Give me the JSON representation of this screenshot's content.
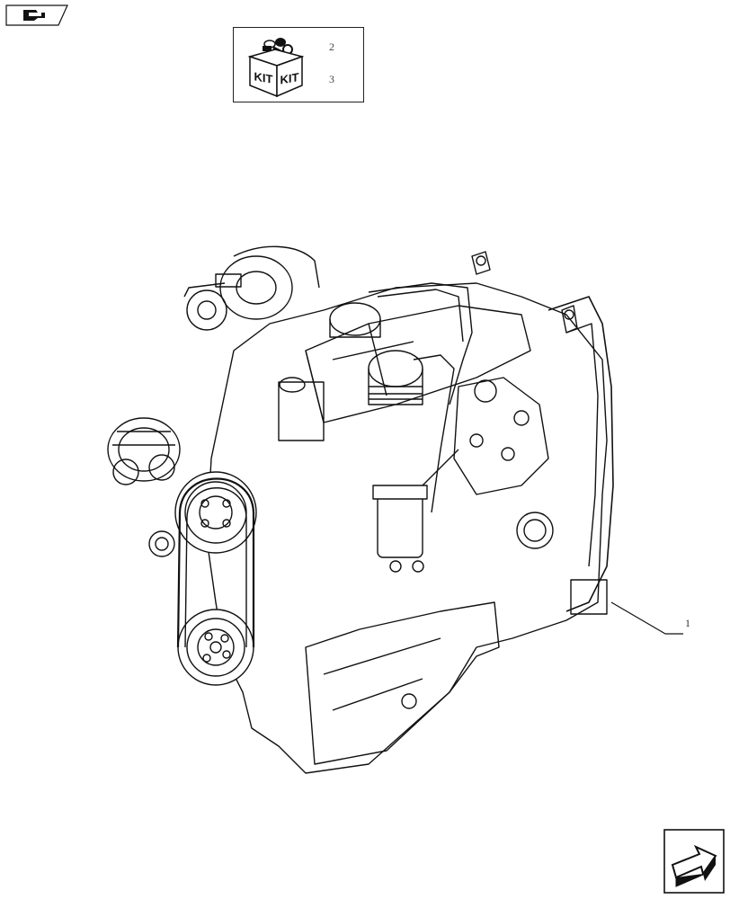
{
  "header": {
    "nav_icon": "page-flag-icon"
  },
  "kit_box": {
    "icon": "kit-box-icon",
    "kit_text_left": "KIT",
    "kit_text_right": "KIT",
    "refs": [
      "2",
      "3"
    ]
  },
  "diagram": {
    "callouts": [
      {
        "label": "1"
      }
    ]
  },
  "footer": {
    "next_icon": "next-page-arrow-icon"
  }
}
